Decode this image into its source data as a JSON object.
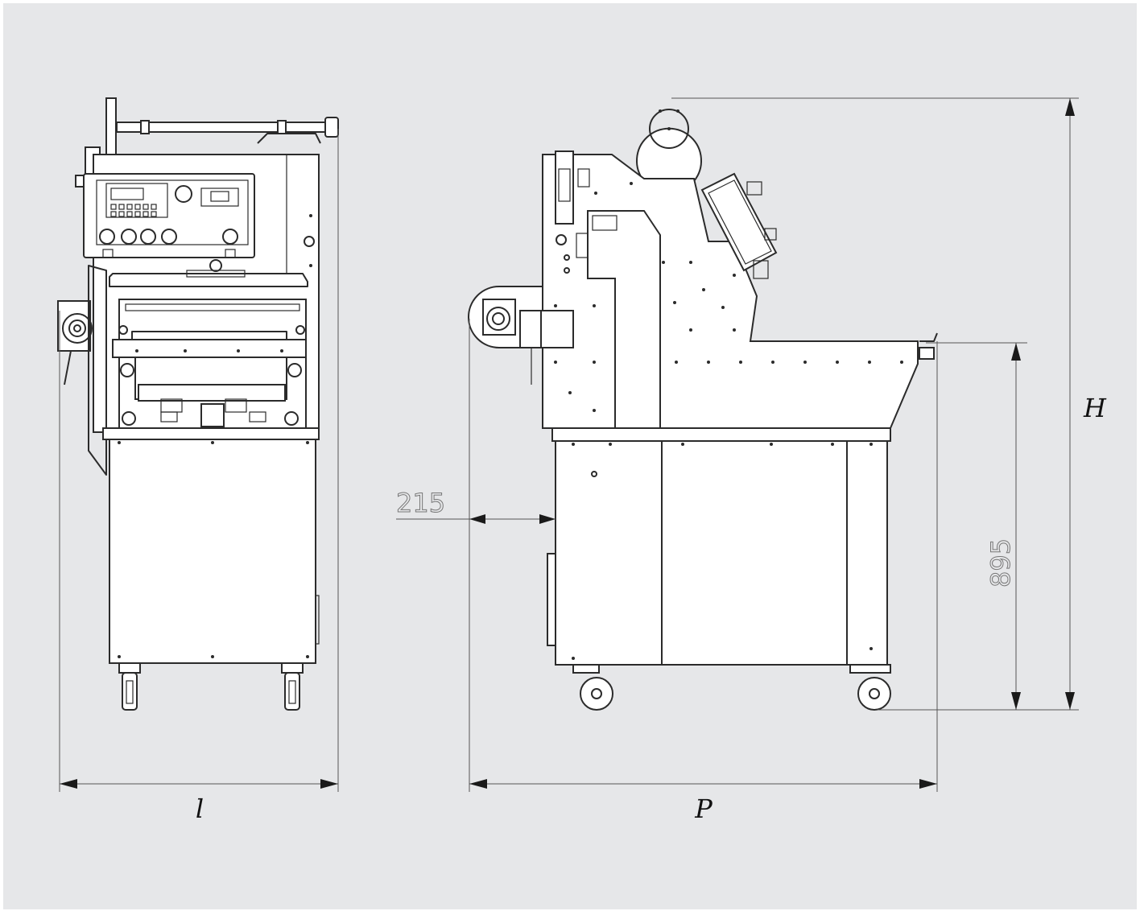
{
  "colors": {
    "background": "#e6e7e9",
    "line": "#2b2b2b",
    "dimension": "#555555"
  },
  "dimensions": {
    "width_label": "l",
    "depth_label": "P",
    "height_label": "H",
    "frame_offset_value": "215",
    "table_height_value": "895"
  }
}
